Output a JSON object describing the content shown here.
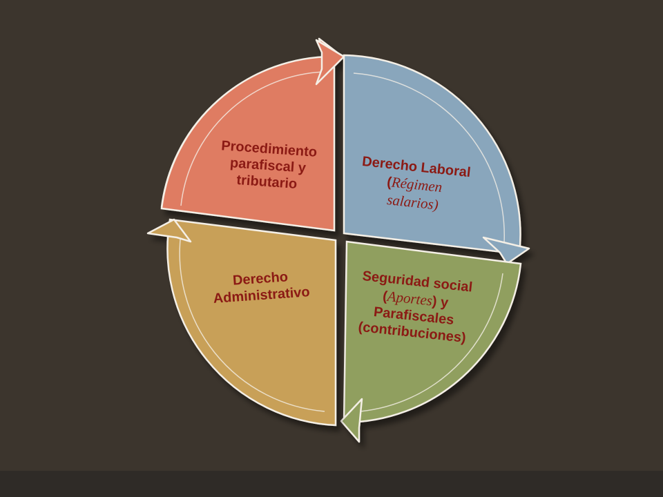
{
  "colors": {
    "background": "#3c352d",
    "footer": "#2f2b27",
    "text": "#8b1a14",
    "orange": "#df7b62",
    "blue": "#89a6bc",
    "green": "#909f5e",
    "gold": "#c8a058",
    "outline": "#f4efe6"
  },
  "segments": {
    "top_left": {
      "line1": "Procedimiento",
      "line2": "parafiscal y",
      "line3": "tributario"
    },
    "top_right": {
      "line1": "Derecho Laboral",
      "line2_open": "(",
      "line2_italic": "Régimen",
      "line3_italic": "salarios)"
    },
    "bottom_right": {
      "line1": "Seguridad social",
      "line2_open": "(",
      "line2_italic": "Aportes",
      "line2_close": ") y",
      "line3": "Parafiscales",
      "line4": "(contribuciones)"
    },
    "bottom_left": {
      "line1": "Derecho",
      "line2": "Administrativo"
    }
  }
}
